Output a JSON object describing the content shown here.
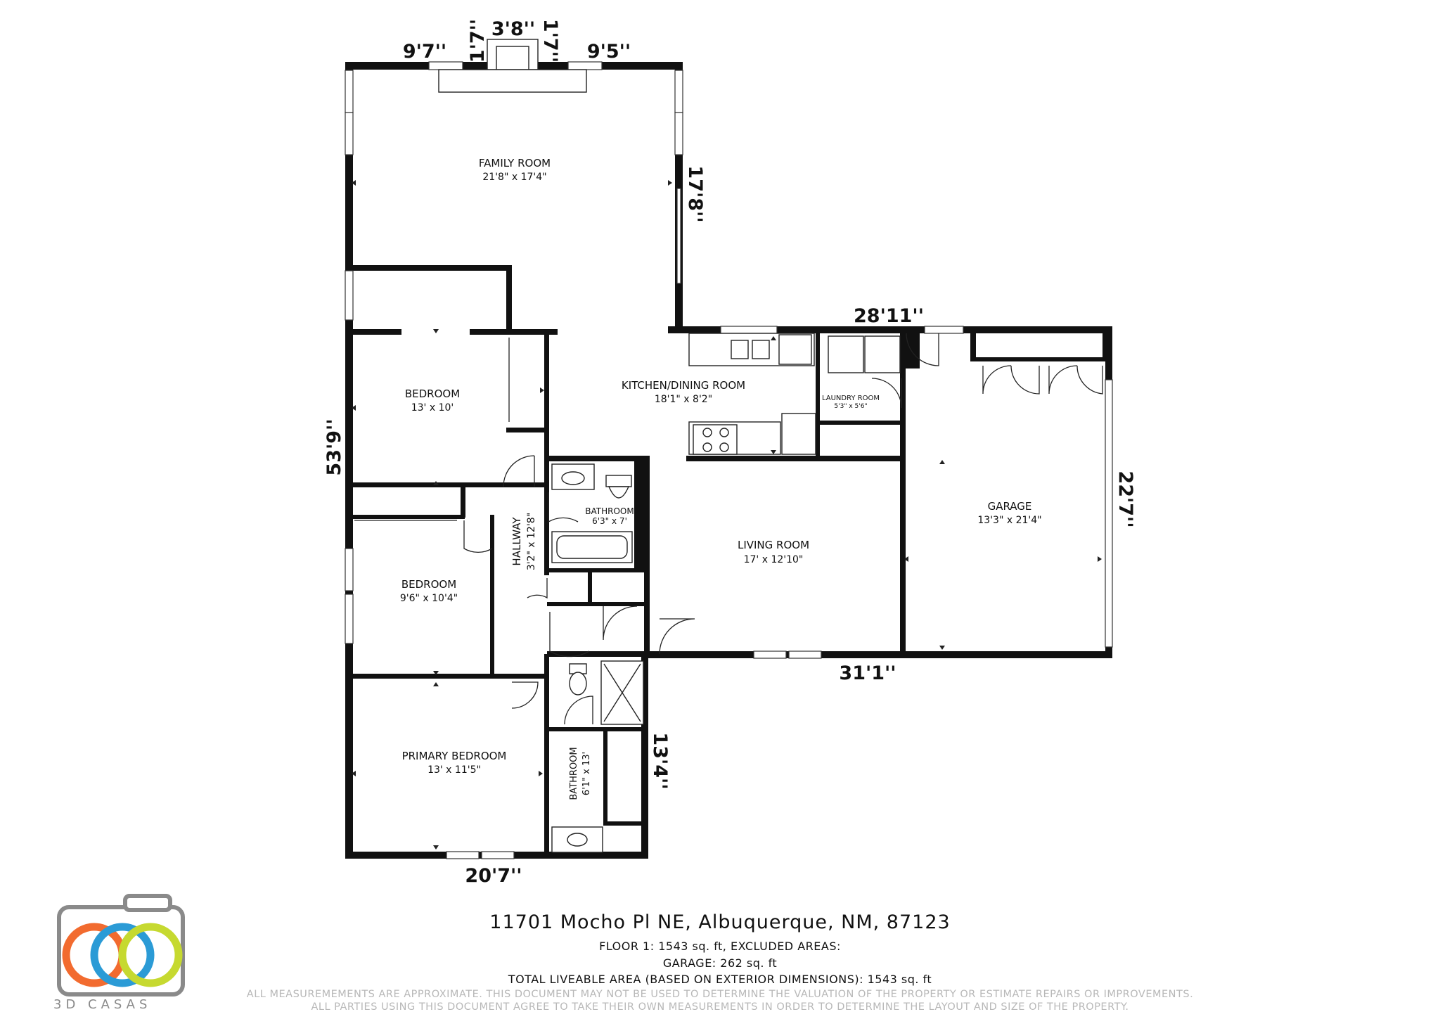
{
  "rooms": {
    "family": {
      "name": "FAMILY ROOM",
      "dims": "21'8\" x 17'4\""
    },
    "kitchen": {
      "name": "KITCHEN/DINING ROOM",
      "dims": "18'1\" x 8'2\""
    },
    "laundry": {
      "name": "LAUNDRY ROOM",
      "dims": "5'3\" x 5'6\""
    },
    "bedroom1": {
      "name": "BEDROOM",
      "dims": "13' x 10'"
    },
    "bathroom1": {
      "name": "BATHROOM",
      "dims": "6'3\" x 7'"
    },
    "hallway": {
      "name": "HALLWAY",
      "dims": "3'2\" x 12'8\""
    },
    "bedroom2": {
      "name": "BEDROOM",
      "dims": "9'6\" x 10'4\""
    },
    "living": {
      "name": "LIVING ROOM",
      "dims": "17' x 12'10\""
    },
    "garage": {
      "name": "GARAGE",
      "dims": "13'3\" x 21'4\""
    },
    "primary": {
      "name": "PRIMARY BEDROOM",
      "dims": "13' x 11'5\""
    },
    "bathroom2": {
      "name": "BATHROOM",
      "dims": "6'1\" x 13'"
    }
  },
  "dimensions": {
    "top_left": "9'7''",
    "top_fire_left": "1'7''",
    "top_fire": "3'8''",
    "top_fire_right": "1'7''",
    "top_right": "9'5''",
    "family_right": "17'8''",
    "left_total": "53'9''",
    "kitchen_top": "28'11''",
    "garage_right": "22'7''",
    "living_bottom": "31'1''",
    "bath_right": "13'4''",
    "bottom": "20'7''"
  },
  "footer": {
    "address": "11701 Mocho Pl NE, Albuquerque, NM, 87123",
    "floor_line": "FLOOR 1: 1543 sq. ft, EXCLUDED AREAS:",
    "garage_line": "GARAGE: 262 sq. ft",
    "total_line": "TOTAL LIVEABLE AREA (BASED ON EXTERIOR DIMENSIONS): 1543 sq. ft",
    "disclaimer1": "ALL MEASUREMEMENTS ARE APPROXIMATE. THIS DOCUMENT MAY NOT BE USED TO DETERMINE THE VALUATION OF THE PROPERTY OR ESTIMATE REPAIRS OR IMPROVEMENTS.",
    "disclaimer2": "ALL PARTIES USING THIS DOCUMENT AGREE TO TAKE THEIR OWN MEASUREMENTS IN ORDER TO DETERMINE THE LAYOUT AND SIZE OF THE PROPERTY."
  },
  "brand": {
    "name": "3D CASAS",
    "colors": {
      "orange": "#f26b2f",
      "blue": "#2b9bd6",
      "lime": "#c6d930",
      "frame": "#8a8a8a"
    }
  }
}
